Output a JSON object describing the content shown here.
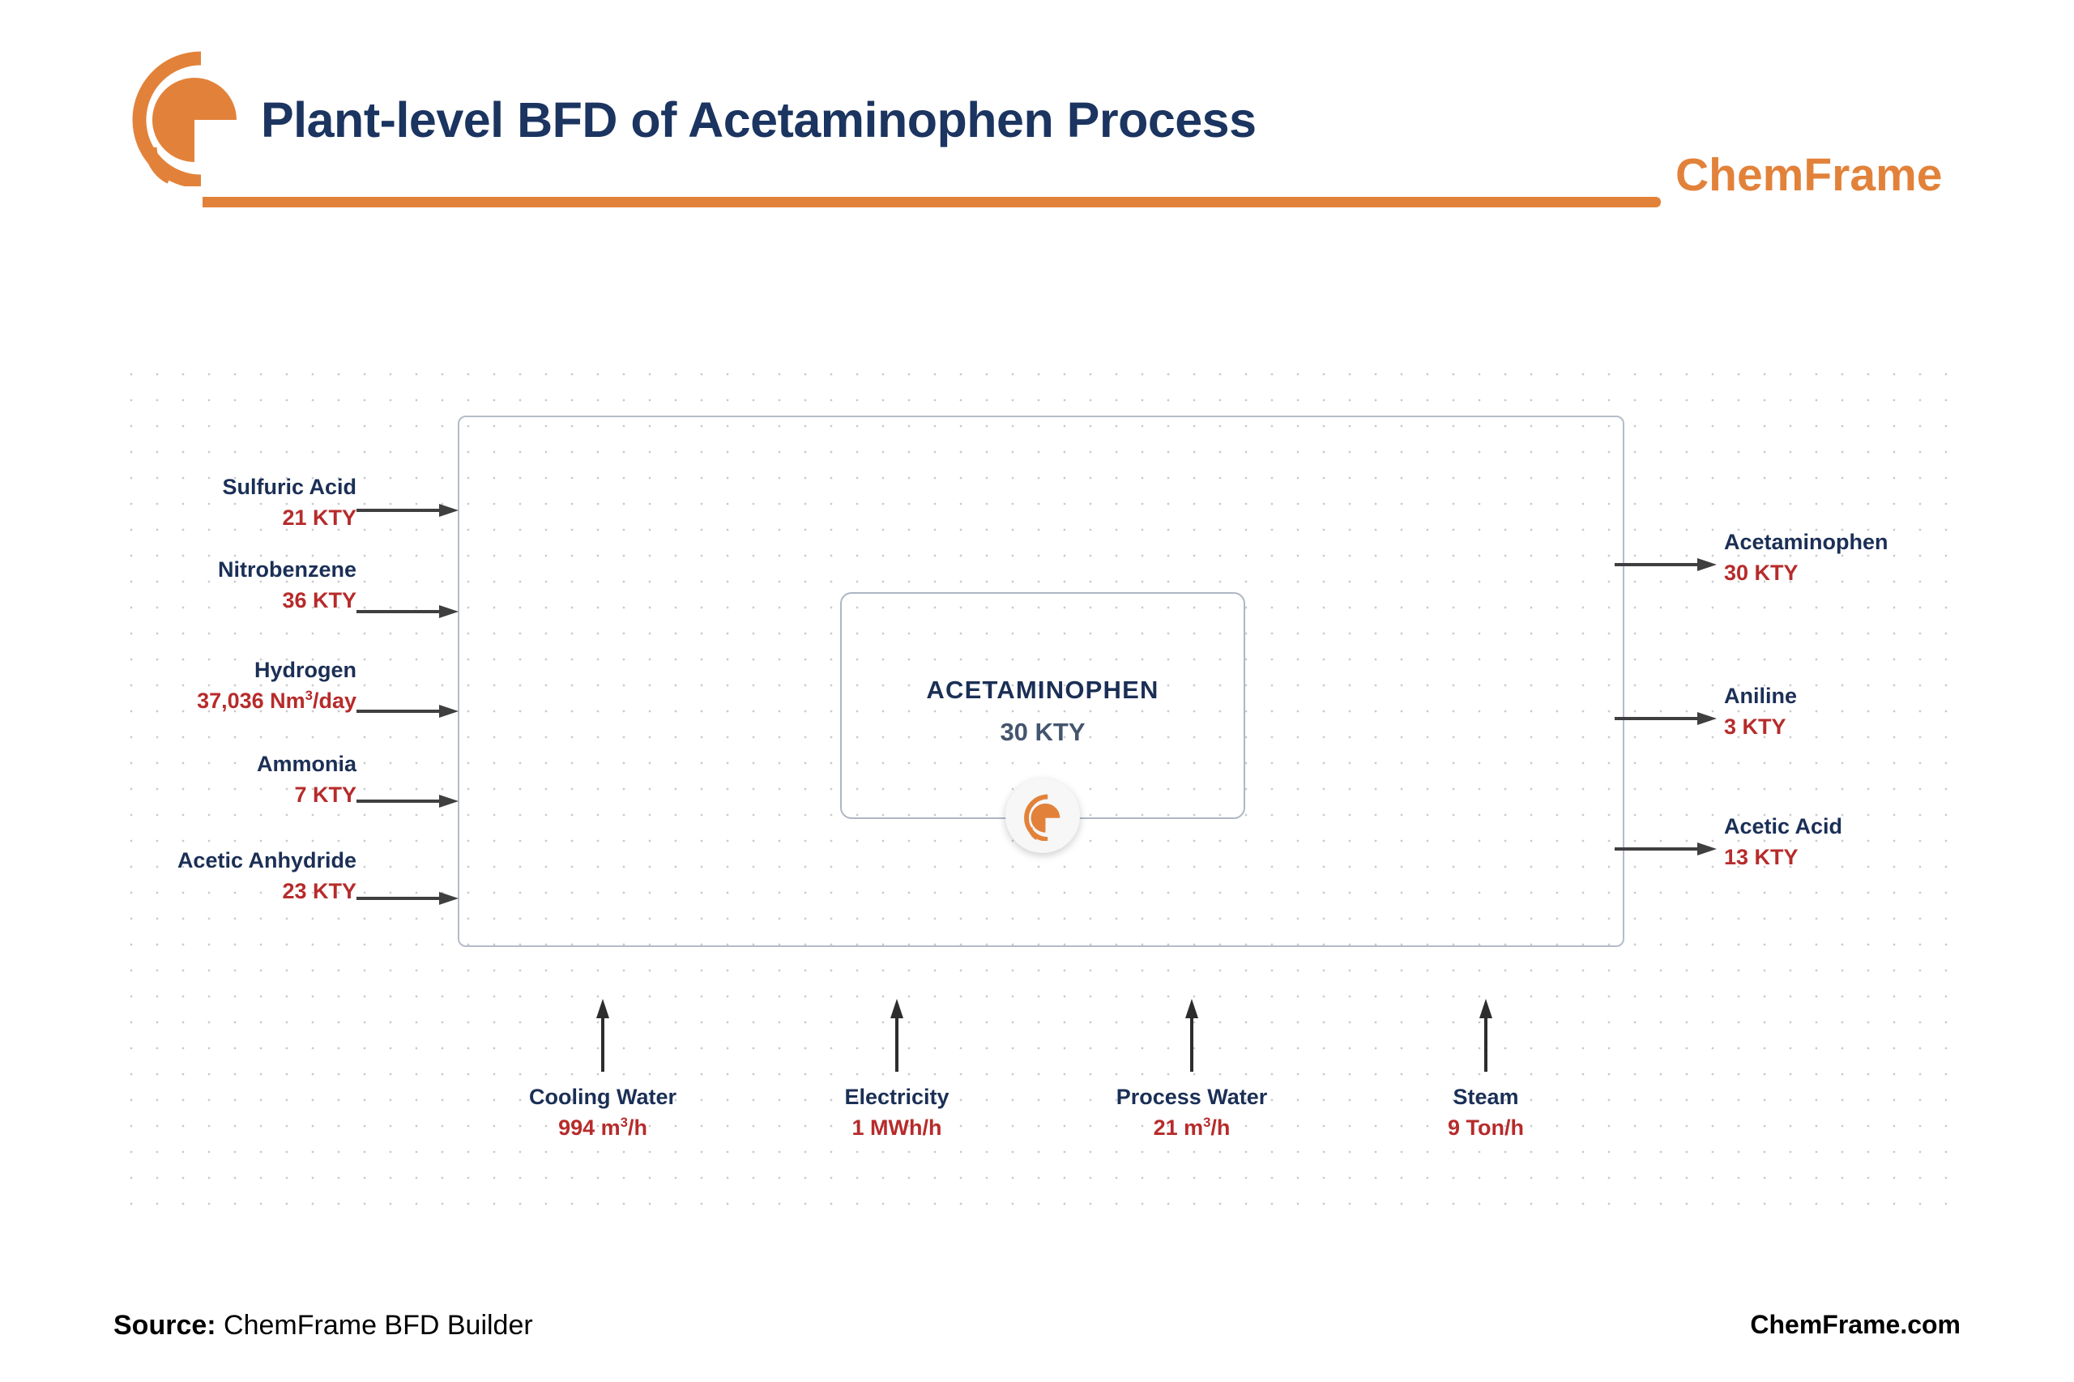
{
  "header": {
    "title": "Plant-level BFD of Acetaminophen Process",
    "brand": "ChemFrame",
    "logo_icon": "chemframe-swoosh-logo"
  },
  "diagram": {
    "process_box": {
      "name": "ACETAMINOPHEN",
      "value": "30 KTY",
      "badge_icon": "chemframe-circle-logo"
    },
    "inputs": [
      {
        "name": "Sulfuric Acid",
        "value": "21 KTY"
      },
      {
        "name": "Nitrobenzene",
        "value": "36 KTY"
      },
      {
        "name": "Hydrogen",
        "value": "37,036 Nm³/day"
      },
      {
        "name": "Ammonia",
        "value": "7 KTY"
      },
      {
        "name": "Acetic Anhydride",
        "value": "23 KTY"
      }
    ],
    "outputs": [
      {
        "name": "Acetaminophen",
        "value": "30 KTY"
      },
      {
        "name": "Aniline",
        "value": "3 KTY"
      },
      {
        "name": "Acetic Acid",
        "value": "13 KTY"
      }
    ],
    "utilities": [
      {
        "name": "Cooling Water",
        "value": "994 m³/h"
      },
      {
        "name": "Electricity",
        "value": "1 MWh/h"
      },
      {
        "name": "Process Water",
        "value": "21 m³/h"
      },
      {
        "name": "Steam",
        "value": "9 Ton/h"
      }
    ]
  },
  "footer": {
    "source_label": "Source:",
    "source_value": "ChemFrame BFD Builder",
    "site": "ChemFrame.com"
  },
  "colors": {
    "brand_orange": "#E2823A",
    "title_navy": "#1B3460",
    "value_red": "#B72B2B",
    "box_border": "#b5bcc9"
  }
}
